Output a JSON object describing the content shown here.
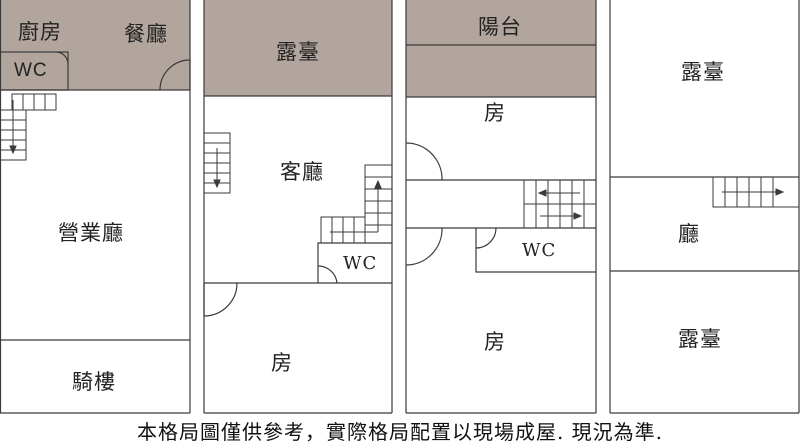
{
  "colors": {
    "shaded": "#b2a59e",
    "wall": "#3a3a3a",
    "background": "#ffffff"
  },
  "floor1": {
    "kitchen": "廚房",
    "dining": "餐廳",
    "wc": "WC",
    "business_hall": "營業廳",
    "arcade": "騎樓"
  },
  "floor2": {
    "terrace": "露臺",
    "living_room": "客廳",
    "wc": "WC",
    "room": "房"
  },
  "floor3": {
    "balcony": "陽台",
    "room_top": "房",
    "wc": "WC",
    "room_bottom": "房"
  },
  "floor4": {
    "terrace_top": "露臺",
    "hall": "廳",
    "terrace_bottom": "露臺"
  },
  "disclaimer": "本格局圖僅供參考，實際格局配置以現場成屋. 現況為準."
}
